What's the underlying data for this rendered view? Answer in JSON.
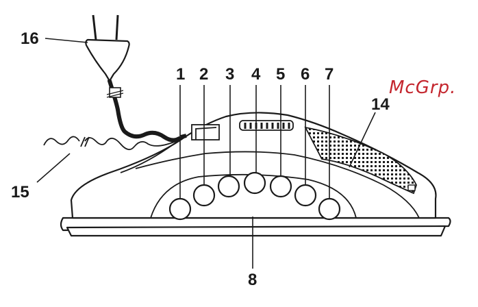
{
  "watermark": "McGrp.",
  "callouts": {
    "c1": "1",
    "c2": "2",
    "c3": "3",
    "c4": "4",
    "c5": "5",
    "c6": "6",
    "c7": "7",
    "c8": "8",
    "c14": "14",
    "c15": "15",
    "c16": "16"
  }
}
